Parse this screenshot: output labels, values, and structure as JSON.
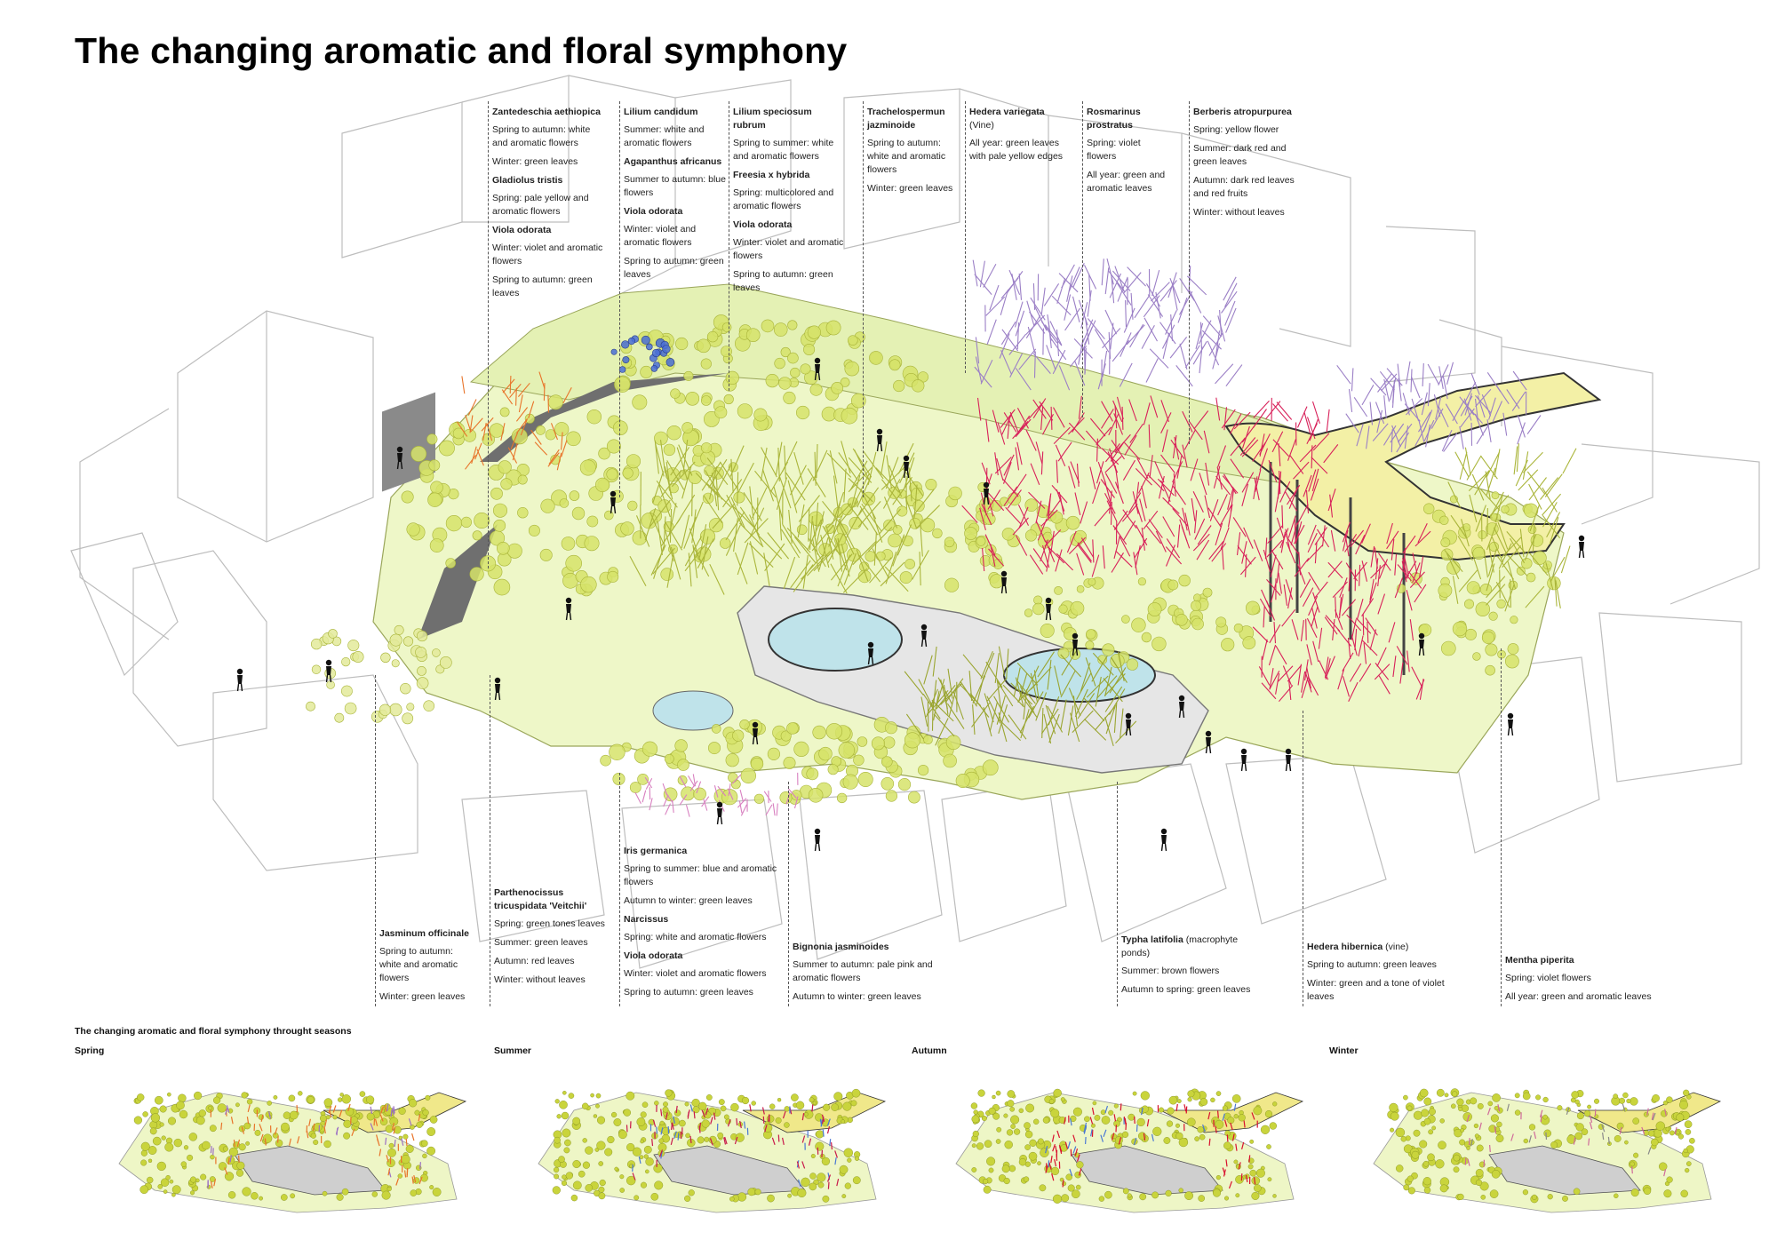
{
  "title": "The changing aromatic and floral symphony",
  "top_annotations": [
    {
      "species": [
        {
          "name": "Zantedeschia aethiopica",
          "lines": [
            "Spring to autumn: white and aromatic flowers",
            "Winter: green leaves"
          ]
        },
        {
          "name": "Gladiolus tristis",
          "lines": [
            "Spring: pale yellow and aromatic flowers"
          ]
        },
        {
          "name": "Viola odorata",
          "lines": [
            "Winter: violet and aromatic flowers",
            "Spring to autumn: green leaves"
          ]
        }
      ]
    },
    {
      "species": [
        {
          "name": "Lilium candidum",
          "lines": [
            "Summer: white and aromatic flowers"
          ]
        },
        {
          "name": "Agapanthus africanus",
          "lines": [
            "Summer to autumn: blue flowers"
          ]
        },
        {
          "name": "Viola odorata",
          "lines": [
            "Winter: violet and aromatic flowers",
            "Spring to autumn: green leaves"
          ]
        }
      ]
    },
    {
      "species": [
        {
          "name": "Lilium speciosum rubrum",
          "lines": [
            "Spring to summer: white and aromatic flowers"
          ]
        },
        {
          "name": "Freesia x hybrida",
          "lines": [
            "Spring: multicolored and aromatic flowers"
          ]
        },
        {
          "name": "Viola odorata",
          "lines": [
            "Winter: violet and aromatic flowers",
            "Spring to autumn: green leaves"
          ]
        }
      ]
    },
    {
      "species": [
        {
          "name": "Trachelospermun jazminoide",
          "lines": [
            "Spring to autumn: white and aromatic flowers",
            "Winter: green leaves"
          ]
        }
      ]
    },
    {
      "species": [
        {
          "name": "Hedera variegata",
          "extra": "(Vine)",
          "lines": [
            "All year: green leaves with pale yellow edges"
          ]
        }
      ]
    },
    {
      "species": [
        {
          "name": "Rosmarinus prostratus",
          "lines": [
            "Spring: violet flowers",
            "All year: green and aromatic leaves"
          ]
        }
      ]
    },
    {
      "species": [
        {
          "name": "Berberis atropurpurea",
          "lines": [
            "Spring: yellow flower",
            "Summer: dark red and green leaves",
            "Autumn: dark red leaves and red fruits",
            "Winter: without leaves"
          ]
        }
      ]
    }
  ],
  "bottom_annotations": [
    {
      "species": [
        {
          "name": "Jasminum officinale",
          "lines": [
            "Spring to autumn: white and aromatic flowers",
            "Winter: green leaves"
          ]
        }
      ]
    },
    {
      "species": [
        {
          "name": "Parthenocissus tricuspidata 'Veitchii'",
          "lines": [
            "Spring: green tones leaves",
            "Summer: green leaves",
            "Autumn: red leaves",
            "Winter: without leaves"
          ]
        }
      ]
    },
    {
      "species": [
        {
          "name": "Iris germanica",
          "lines": [
            "Spring to summer: blue and aromatic flowers",
            "Autumn to winter: green leaves"
          ]
        },
        {
          "name": "Narcissus",
          "lines": [
            "Spring: white and aromatic flowers"
          ]
        },
        {
          "name": "Viola odorata",
          "lines": [
            "Winter: violet and aromatic flowers",
            "Spring to autumn: green leaves"
          ]
        }
      ]
    },
    {
      "species": [
        {
          "name": "Bignonia jasminoides",
          "lines": [
            "Summer to autumn: pale pink and aromatic flowers",
            "Autumn to winter: green leaves"
          ]
        }
      ]
    },
    {
      "species": [
        {
          "name": "Typha latifolia",
          "extra": "(macrophyte ponds)",
          "lines": [
            "Summer: brown flowers",
            "Autumn to spring: green leaves"
          ]
        }
      ]
    },
    {
      "species": [
        {
          "name": "Hedera hibernica",
          "extra": "(vine)",
          "lines": [
            "Spring to autumn: green leaves",
            "Winter: green and a tone of violet leaves"
          ]
        }
      ]
    },
    {
      "species": [
        {
          "name": "Mentha piperita",
          "lines": [
            "Spring: violet flowers",
            "All year: green and aromatic leaves"
          ]
        }
      ]
    }
  ],
  "seasons_title": "The changing aromatic and floral symphony throught seasons",
  "seasons": [
    {
      "label": "Spring",
      "accent": "#e8742a",
      "accent2": "#9b6fc4"
    },
    {
      "label": "Summer",
      "accent": "#c8184a",
      "accent2": "#4a78d4"
    },
    {
      "label": "Autumn",
      "accent": "#d8102e",
      "accent2": "#4a78d4"
    },
    {
      "label": "Winter",
      "accent": "#d06a9a",
      "accent2": "#8a8a8a"
    }
  ],
  "colors": {
    "ground": "#eef7c8",
    "foliage": "#d6e36a",
    "foliage_dark": "#a9b43a",
    "flower_red": "#d8215a",
    "flower_violet": "#9b7fc6",
    "flower_blue": "#4a6fd6",
    "flower_orange": "#e8742a",
    "wall": "#6f6f6f",
    "pond": "#bfe3ea",
    "plaza": "#e6e6e6",
    "building_line": "#bdbdbd",
    "bridge": "#f3f0a6"
  }
}
